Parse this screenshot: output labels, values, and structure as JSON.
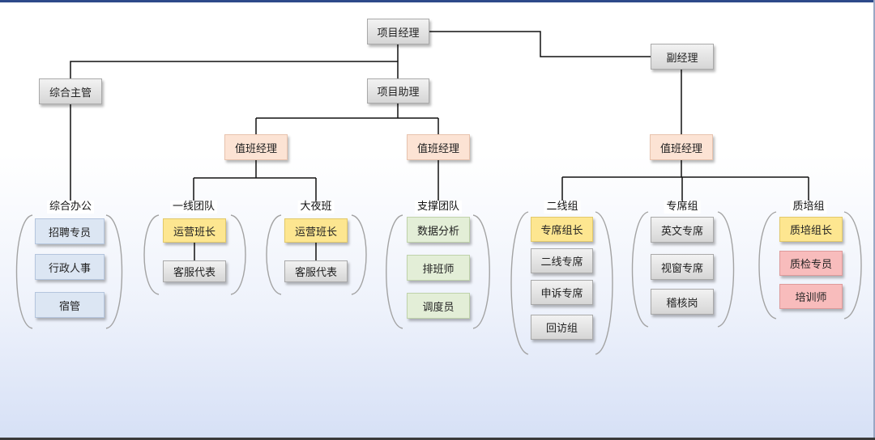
{
  "nodes": {
    "project_manager": "项目经理",
    "deputy_manager": "副经理",
    "general_supervisor": "综合主管",
    "project_assistant": "项目助理",
    "shift_manager_1": "值班经理",
    "shift_manager_2": "值班经理",
    "shift_manager_3": "值班经理"
  },
  "groups": [
    {
      "label": "综合办公",
      "items": [
        "招聘专员",
        "行政人事",
        "宿管"
      ]
    },
    {
      "label": "一线团队",
      "items": [
        "运营班长",
        "客服代表"
      ]
    },
    {
      "label": "大夜班",
      "items": [
        "运营班长",
        "客服代表"
      ]
    },
    {
      "label": "支撑团队",
      "items": [
        "数据分析",
        "排班师",
        "调度员"
      ]
    },
    {
      "label": "二线组",
      "items": [
        "专席组长",
        "二线专席",
        "申诉专席",
        "回访组"
      ]
    },
    {
      "label": "专席组",
      "items": [
        "英文专席",
        "视窗专席",
        "稽核岗"
      ]
    },
    {
      "label": "质培组",
      "items": [
        "质培组长",
        "质检专员",
        "培训师"
      ]
    }
  ],
  "colors": {
    "gray_box": "#d6d6d6",
    "peach_box": "#fce3d4",
    "blue_box": "#dce6f3",
    "yellow_box": "#fde690",
    "green_box": "#e3eed7",
    "pink_box": "#f8bcbc",
    "frame_top": "#2d4a8a"
  }
}
